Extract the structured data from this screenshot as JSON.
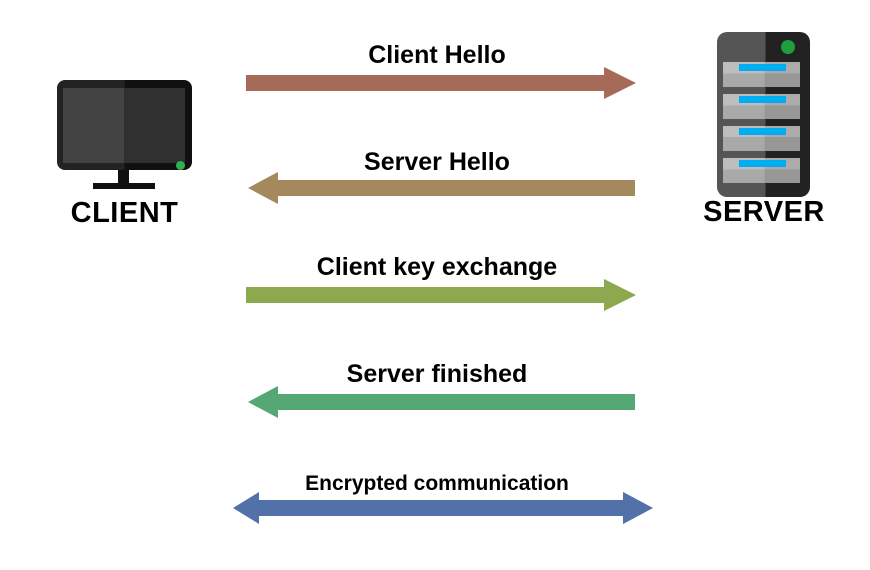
{
  "diagram": {
    "title_hint": "TLS handshake between client and server",
    "client": {
      "label": "CLIENT",
      "led_color": "#2eb353"
    },
    "server": {
      "label": "SERVER",
      "led_color": "#1e9e3c",
      "stripe_color": "#00aeef"
    },
    "messages": [
      {
        "label": "Client Hello",
        "direction": "client-to-server",
        "color": "#a66a58"
      },
      {
        "label": "Server Hello",
        "direction": "server-to-client",
        "color": "#a3895d"
      },
      {
        "label": "Client key exchange",
        "direction": "client-to-server",
        "color": "#8da94f"
      },
      {
        "label": "Server finished",
        "direction": "server-to-client",
        "color": "#55a873"
      },
      {
        "label": "Encrypted communication",
        "direction": "bidirectional",
        "color": "#5271a8"
      }
    ]
  }
}
